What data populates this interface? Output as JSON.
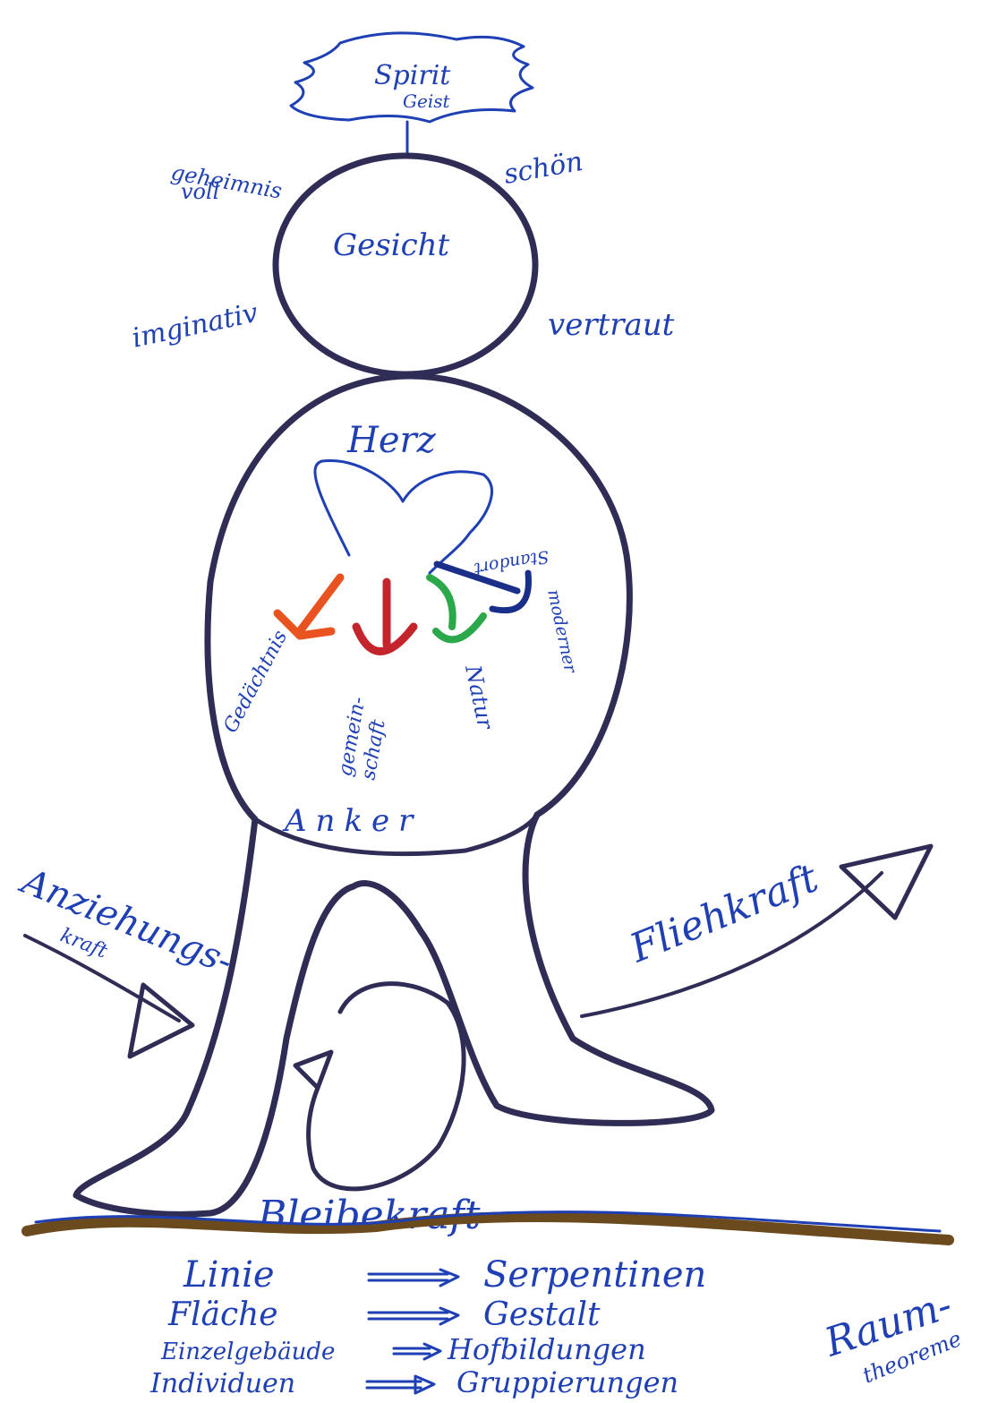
{
  "top": {
    "spirit": "Spirit",
    "geist": "Geist"
  },
  "head": {
    "label": "Gesicht",
    "left_top_1": "geheimnis",
    "left_top_2": "voll",
    "right_top": "schön",
    "left_bottom": "imginativ",
    "right_bottom": "vertraut"
  },
  "body": {
    "title": "Herz",
    "bottom": "Anker",
    "arrows": [
      {
        "label": "Gedächtnis",
        "color": "#e8531f"
      },
      {
        "label_1": "gemein-",
        "label_2": "schaft",
        "color": "#c4242b"
      },
      {
        "label": "Natur",
        "color": "#2aa84a"
      },
      {
        "label_1": "moderner",
        "label_2": "Standort",
        "color": "#1a2f8a"
      }
    ]
  },
  "forces": {
    "left_1": "Anziehungs-",
    "left_2": "kraft",
    "right": "Fliehkraft",
    "ground": "Bleibekraft"
  },
  "list": {
    "rows": [
      {
        "from": "Linie",
        "to": "Serpentinen"
      },
      {
        "from": "Fläche",
        "to": "Gestalt"
      },
      {
        "from": "Einzelgebäude",
        "to": "Hofbildungen"
      },
      {
        "from": "Individuen",
        "to": "Gruppierungen"
      }
    ],
    "side_1": "Raum-",
    "side_2": "theoreme"
  },
  "colors": {
    "ink": "#2f2d55",
    "blue_pen": "#1f3fb4",
    "ground": "#6b4a1e"
  }
}
